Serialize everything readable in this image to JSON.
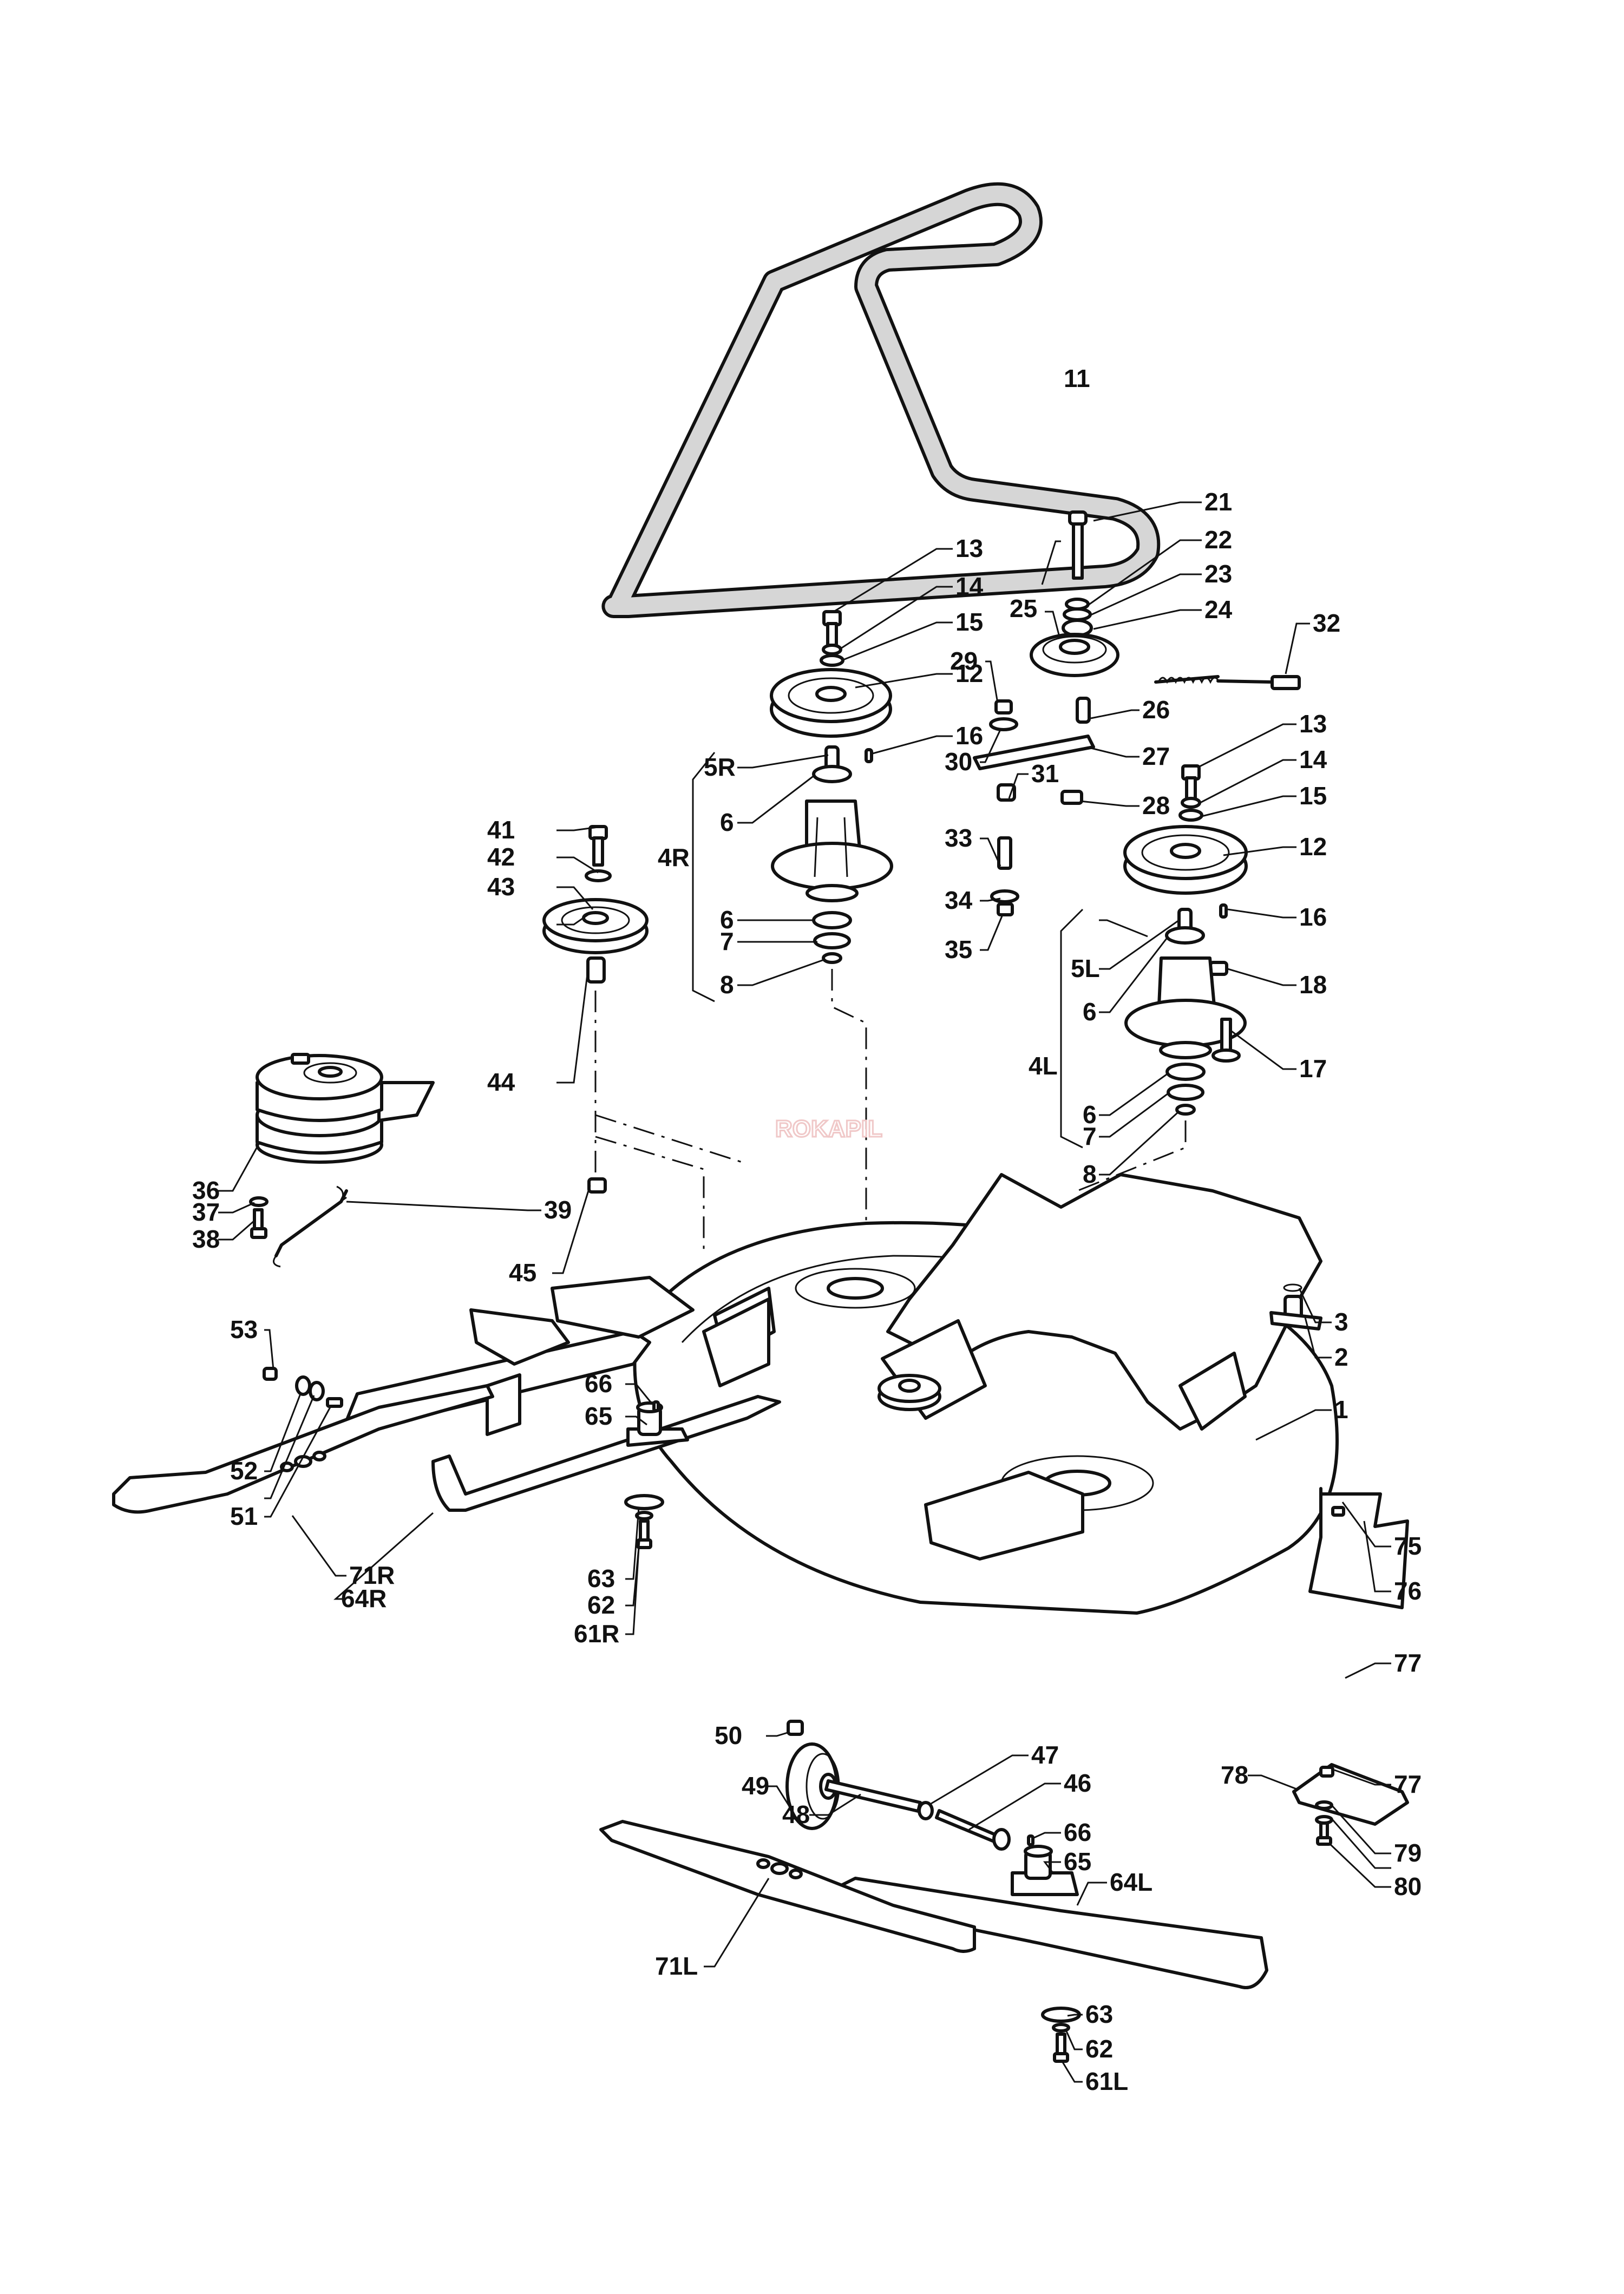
{
  "diagram": {
    "type": "exploded-parts-diagram",
    "subject": "Mower cutting deck assembly",
    "watermark": "ROKAPIL",
    "accent_colors": {
      "line": "#111111",
      "belt_fill": "#d6d6d6",
      "watermark": "#f0c8c8"
    }
  },
  "labels": [
    {
      "id": "11",
      "part": "drive-belt"
    },
    {
      "id": "21",
      "part": "idler-bolt"
    },
    {
      "id": "22",
      "part": "idler-washer"
    },
    {
      "id": "23",
      "part": "idler-spring-washer"
    },
    {
      "id": "24",
      "part": "idler-bearing"
    },
    {
      "id": "25",
      "part": "idler-pulley"
    },
    {
      "id": "32",
      "part": "tension-spring-adjuster"
    },
    {
      "id": "26",
      "part": "idler-spacer"
    },
    {
      "id": "27",
      "part": "idler-arm"
    },
    {
      "id": "29",
      "part": "nut"
    },
    {
      "id": "30",
      "part": "washer"
    },
    {
      "id": "31",
      "part": "bushing"
    },
    {
      "id": "28",
      "part": "flange-nut"
    },
    {
      "id": "33",
      "part": "stud"
    },
    {
      "id": "34",
      "part": "washer"
    },
    {
      "id": "35",
      "part": "nut"
    },
    {
      "id": "13",
      "part": "pulley-bolt-right"
    },
    {
      "id": "14",
      "part": "lock-washer-right"
    },
    {
      "id": "15",
      "part": "washer-right"
    },
    {
      "id": "12",
      "part": "blade-pulley-right"
    },
    {
      "id": "16",
      "part": "key-right"
    },
    {
      "id": "5R",
      "part": "spindle-shaft-right"
    },
    {
      "id": "6",
      "part": "bearing-upper-right"
    },
    {
      "id": "4R",
      "part": "spindle-assembly-right"
    },
    {
      "id": "6",
      "part": "bearing-lower-right"
    },
    {
      "id": "7",
      "part": "spacer-right"
    },
    {
      "id": "8",
      "part": "circlip-right"
    },
    {
      "id": "13",
      "part": "pulley-bolt-left"
    },
    {
      "id": "14",
      "part": "lock-washer-left"
    },
    {
      "id": "15",
      "part": "washer-left"
    },
    {
      "id": "12",
      "part": "blade-pulley-left"
    },
    {
      "id": "16",
      "part": "key-left"
    },
    {
      "id": "5L",
      "part": "spindle-shaft-left"
    },
    {
      "id": "18",
      "part": "flange-nut"
    },
    {
      "id": "6",
      "part": "bearing-upper-left"
    },
    {
      "id": "4L",
      "part": "spindle-assembly-left"
    },
    {
      "id": "17",
      "part": "carriage-bolt"
    },
    {
      "id": "6",
      "part": "bearing-lower-left"
    },
    {
      "id": "7",
      "part": "spacer-left"
    },
    {
      "id": "8",
      "part": "circlip-left"
    },
    {
      "id": "41",
      "part": "bolt"
    },
    {
      "id": "42",
      "part": "washer"
    },
    {
      "id": "43",
      "part": "guide-pulley"
    },
    {
      "id": "44",
      "part": "spacer"
    },
    {
      "id": "36",
      "part": "electromagnetic-clutch"
    },
    {
      "id": "37",
      "part": "washer"
    },
    {
      "id": "38",
      "part": "bolt"
    },
    {
      "id": "39",
      "part": "spring"
    },
    {
      "id": "45",
      "part": "nut"
    },
    {
      "id": "3",
      "part": "clip"
    },
    {
      "id": "2",
      "part": "pivot-pin"
    },
    {
      "id": "1",
      "part": "cutting-deck"
    },
    {
      "id": "53",
      "part": "nut"
    },
    {
      "id": "52",
      "part": "washers"
    },
    {
      "id": "51",
      "part": "bolt"
    },
    {
      "id": "66",
      "part": "key-right"
    },
    {
      "id": "65",
      "part": "blade-hub-right"
    },
    {
      "id": "71R",
      "part": "mulching-blade-right"
    },
    {
      "id": "64R",
      "part": "blade-right"
    },
    {
      "id": "63",
      "part": "blade-washer-right"
    },
    {
      "id": "62",
      "part": "lock-washer-right"
    },
    {
      "id": "61R",
      "part": "blade-bolt-right"
    },
    {
      "id": "50",
      "part": "nut"
    },
    {
      "id": "49",
      "part": "anti-scalp-wheel"
    },
    {
      "id": "48",
      "part": "wheel-axle-spacer"
    },
    {
      "id": "47",
      "part": "washer"
    },
    {
      "id": "46",
      "part": "wheel-bolt"
    },
    {
      "id": "75",
      "part": "bolt"
    },
    {
      "id": "76",
      "part": "deflector"
    },
    {
      "id": "77",
      "part": "nut-upper"
    },
    {
      "id": "78",
      "part": "side-plate"
    },
    {
      "id": "77",
      "part": "nut-lower"
    },
    {
      "id": "79",
      "part": "washers"
    },
    {
      "id": "80",
      "part": "bolt"
    },
    {
      "id": "66",
      "part": "key-left"
    },
    {
      "id": "65",
      "part": "blade-hub-left"
    },
    {
      "id": "64L",
      "part": "blade-left"
    },
    {
      "id": "71L",
      "part": "mulching-blade-left"
    },
    {
      "id": "63",
      "part": "blade-washer-left"
    },
    {
      "id": "62",
      "part": "lock-washer-left"
    },
    {
      "id": "61L",
      "part": "blade-bolt-left"
    }
  ]
}
